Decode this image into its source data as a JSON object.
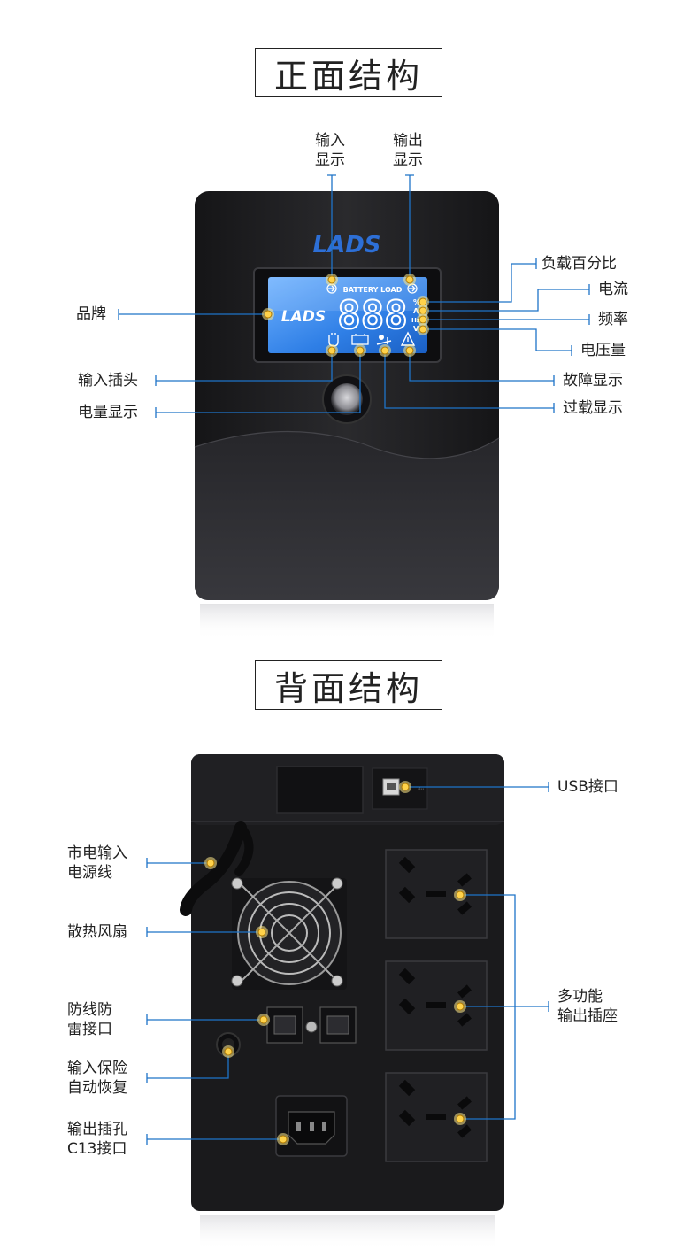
{
  "front": {
    "title": "正面结构",
    "brand_logo": "LADS",
    "lcd": {
      "brand": "LADS",
      "header": "BATTERY LOAD",
      "digits": "888",
      "units": [
        "%",
        "A",
        "Hz",
        "V"
      ]
    },
    "labels": {
      "input_display": "输入\n显示",
      "output_display": "输出\n显示",
      "load_percent": "负载百分比",
      "current": "电流",
      "frequency": "频率",
      "voltage": "电压量",
      "fault": "故障显示",
      "overload": "过载显示",
      "brand": "品牌",
      "input_plug": "输入插头",
      "battery_level": "电量显示"
    }
  },
  "back": {
    "title": "背面结构",
    "labels": {
      "usb": "USB接口",
      "mains_cable": "市电输入\n电源线",
      "fan": "散热风扇",
      "surge": "防线防\n雷接口",
      "fuse": "输入保险\n自动恢复",
      "c13": "输出插孔\nC13接口",
      "outlets": "多功能\n输出插座"
    }
  },
  "colors": {
    "accent_line": "#1e73c8",
    "marker": "#ffd24a",
    "lcd_bg": "#2f7fe6",
    "device_body": "#1d1d1f"
  }
}
